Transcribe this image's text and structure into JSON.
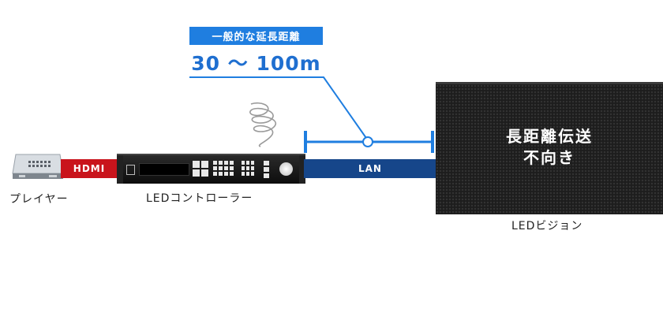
{
  "distance": {
    "label": "一般的な延長距離",
    "value": "30 ～ 100m"
  },
  "cables": {
    "hdmi": "HDMI",
    "lan": "LAN"
  },
  "devices": {
    "player": "プレイヤー",
    "controller": "LEDコントローラー",
    "led_vision": "LEDビジョン"
  },
  "led_panel": {
    "line1": "長距離伝送",
    "line2": "不向き"
  },
  "colors": {
    "accent_blue": "#1f7ee0",
    "lan_cable": "#16468a",
    "hdmi_cable": "#c9141c",
    "panel": "#1d1d1d"
  }
}
